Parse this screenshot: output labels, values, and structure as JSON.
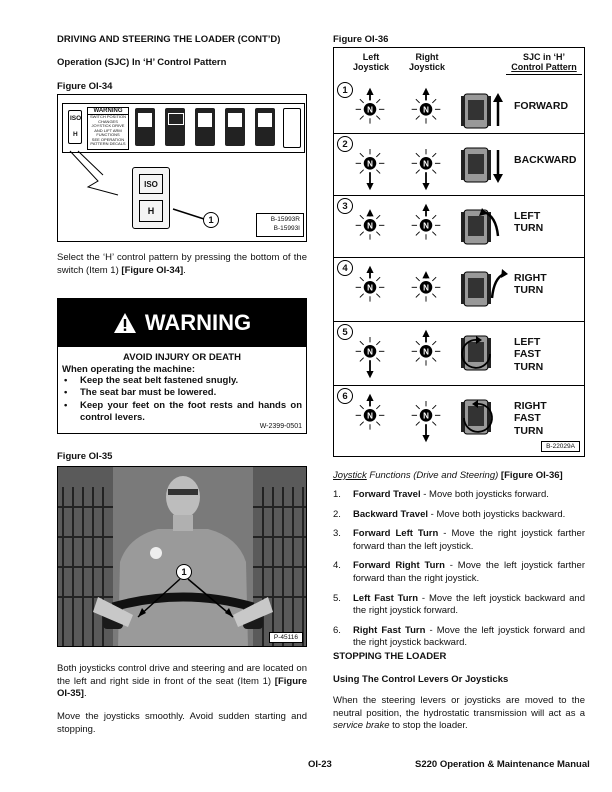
{
  "left": {
    "section_title": "DRIVING AND STEERING THE LOADER (CONT’D)",
    "subsection_title": "Operation (SJC) In ‘H’ Control Pattern",
    "fig34": {
      "label": "Figure OI-34",
      "warning_tag": "WARNING",
      "decal_lines": [
        "SWITCH POSITION",
        "CHANGES",
        "JOYSTICK DRIVE",
        "AND LIFT ARM",
        "FUNCTIONS",
        "SEE OPERATION",
        "PATTERN DECALS"
      ],
      "iso": "ISO",
      "h": "H",
      "item": "1",
      "codes": [
        "B-15993R",
        "B-15993I"
      ]
    },
    "select_text": "Select the ‘H’ control pattern by pressing the bottom of the switch (Item 1)",
    "select_ref": "[Figure OI-34]",
    "warning": {
      "banner": "WARNING",
      "avoid": "AVOID INJURY OR DEATH",
      "when": "When operating the machine:",
      "items": [
        "Keep the seat belt fastened snugly.",
        "The seat bar must be lowered.",
        "Keep your feet on the foot rests and hands on control levers."
      ],
      "code": "W-2399-0501"
    },
    "fig35": {
      "label": "Figure OI-35",
      "item": "1",
      "code": "P-45116"
    },
    "para1": "Both joysticks control drive and steering and are located on the left and right side in front of the seat (Item 1)",
    "para1_ref": "[Figure OI-35]",
    "para2": "Move the joysticks smoothly. Avoid sudden starting and stopping."
  },
  "right": {
    "fig36": {
      "label": "Figure OI-36",
      "head_left": "Left Joystick",
      "head_right": "Right Joystick",
      "head_sjc_1": "SJC in ‘H’",
      "head_sjc_2": "Control Pattern",
      "n": "N",
      "rows": [
        {
          "num": "1",
          "label": "FORWARD"
        },
        {
          "num": "2",
          "label": "BACKWARD"
        },
        {
          "num": "3",
          "label": "LEFT TURN"
        },
        {
          "num": "4",
          "label": "RIGHT TURN"
        },
        {
          "num": "5",
          "label": "LEFT FAST TURN"
        },
        {
          "num": "6",
          "label": "RIGHT FAST TURN"
        }
      ],
      "code": "B-22029A"
    },
    "joy_title_u": "Joystick",
    "joy_title_rest": " Functions (Drive and Steering)",
    "joy_ref": "[Figure OI-36]",
    "steps": [
      {
        "n": "1.",
        "b": "Forward Travel",
        "t": " - Move both joysticks forward."
      },
      {
        "n": "2.",
        "b": "Backward Travel",
        "t": " - Move both joysticks backward."
      },
      {
        "n": "3.",
        "b": "Forward Left Turn",
        "t": " - Move the right joystick farther forward than the left joystick."
      },
      {
        "n": "4.",
        "b": "Forward Right Turn",
        "t": " - Move the left joystick farther forward than the right joystick."
      },
      {
        "n": "5.",
        "b": "Left Fast Turn",
        "t": " - Move the left joystick backward and the right joystick forward."
      },
      {
        "n": "6.",
        "b": "Right Fast Turn",
        "t": " - Move the left joystick forward and the right joystick backward."
      }
    ],
    "stopping_title": "STOPPING THE LOADER",
    "using_title": "Using The Control Levers Or Joysticks",
    "stop_para_a": "When the steering levers or joysticks are moved to the neutral position, the hydrostatic transmission will act as a ",
    "stop_para_i": "service brake",
    "stop_para_b": " to stop the loader."
  },
  "footer": {
    "page": "OI-23",
    "manual": "S220 Operation & Maintenance Manual"
  }
}
